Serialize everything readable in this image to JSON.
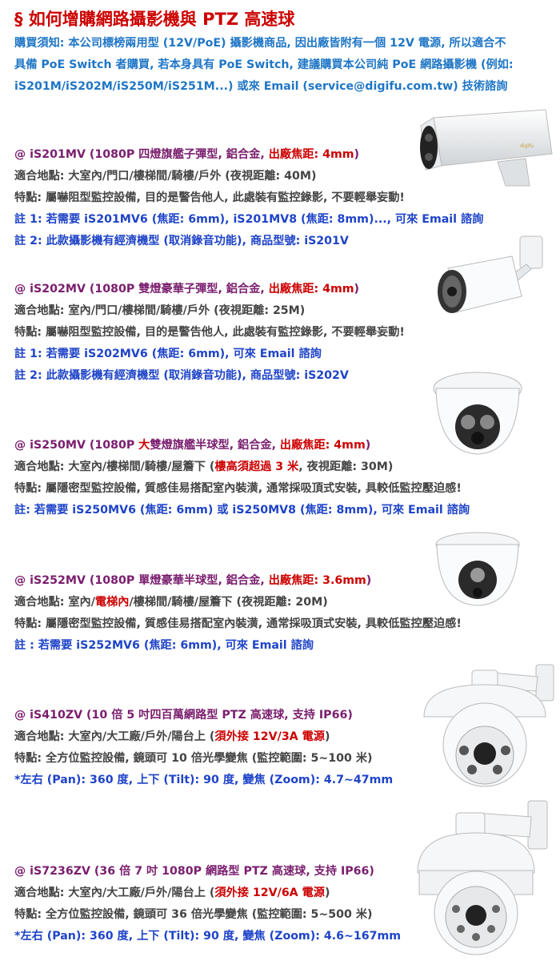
{
  "title": "§ 如何增購網路攝影機與 PTZ 高速球",
  "notice": {
    "lines": [
      "購買須知: 本公司標榜兩用型 (12V/PoE) 攝影機商品, 因出廠皆附有一個 12V 電源, 所以適合不",
      "具備  PoE Switch 者購買, 若本身具有 PoE Switch, 建議購買本公司純 PoE 網路攝影機 (例如:",
      "iS201M/iS202M/iS250M/iS251M...) 或來 Email (service@digifu.com.tw) 技術諮詢"
    ]
  },
  "products": [
    {
      "name": "@ iS201MV (1080P 四燈旗艦子彈型, 鋁合金, ",
      "name_highlight": "出廠焦距: 4mm",
      "name_end": ")",
      "location_prefix": "適合地點: 大室內/門口/樓梯間/騎樓/戶外 (夜視距離: 40M)",
      "feature": "特點: 屬嚇阻型監控設備, 目的是警告他人, 此處裝有監控錄影, 不要輕舉妄動!",
      "notes": [
        "註 1: 若需要 iS201MV6 (焦距: 6mm), iS201MV8 (焦距: 8mm)..., 可來 Email 諮詢",
        "註 2: 此款攝影機有經濟機型 (取消錄音功能), 商品型號: iS201V"
      ]
    },
    {
      "name": "@ iS202MV (1080P 雙燈豪華子彈型, 鋁合金, ",
      "name_highlight": "出廠焦距: 4mm",
      "name_end": ")",
      "location_prefix": "適合地點: 室內/門口/樓梯間/騎樓/戶外 (夜視距離: 25M)",
      "feature": "特點: 屬嚇阻型監控設備, 目的是警告他人, 此處裝有監控錄影, 不要輕舉妄動!",
      "notes": [
        "註 1: 若需要 iS202MV6 (焦距: 6mm), 可來 Email 諮詢",
        "註 2: 此款攝影機有經濟機型 (取消錄音功能), 商品型號: iS202V"
      ]
    },
    {
      "name_a": "@ iS250MV (1080P ",
      "name_red": "大",
      "name_b": "雙燈旗艦半球型, 鋁合金, ",
      "name_highlight": "出廠焦距: 4mm",
      "name_end": ")",
      "location_a": "適合地點: 大室內/樓梯間/騎樓/屋簷下 (",
      "location_red": "樓高須超過 3 米",
      "location_b": ", 夜視距離: 30M)",
      "feature": "特點: 屬隱密型監控設備, 質感佳易搭配室內裝潢, 通常採吸頂式安裝, 具較低監控壓迫感!",
      "notes": [
        "註: 若需要 iS250MV6 (焦距: 6mm) 或 iS250MV8 (焦距: 8mm), 可來 Email 諮詢"
      ]
    },
    {
      "name": "@ iS252MV (1080P 單燈豪華半球型, 鋁合金, ",
      "name_highlight": "出廠焦距: 3.6mm",
      "name_end": ")",
      "location_a": "適合地點: 室內/",
      "location_red": "電梯內",
      "location_b": "/樓梯間/騎樓/屋簷下 (夜視距離: 20M)",
      "feature": "特點: 屬隱密型監控設備, 質感佳易搭配室內裝潢, 通常採吸頂式安裝, 具較低監控壓迫感!",
      "notes": [
        "註 : 若需要 iS252MV6 (焦距: 6mm), 可來 Email 諮詢"
      ]
    },
    {
      "name": "@ iS410ZV (10 倍 5 吋四百萬網路型 PTZ 高速球, 支持 IP66)",
      "location_a": "適合地點: 大室內/大工廠/戶外/陽台上 (",
      "location_red": "須外接 12V/3A 電源",
      "location_b": ")",
      "feature": "特點: 全方位監控設備, 鏡頭可 10 倍光學變焦 (監控範圍: 5~100 米)",
      "notes": [
        "*左右 (Pan): 360 度, 上下 (Tilt): 90 度, 變焦 (Zoom): 4.7~47mm"
      ]
    },
    {
      "name": "@ iS7236ZV (36 倍 7 吋 1080P 網路型 PTZ 高速球, 支持 IP66)",
      "location_a": "適合地點: 大室內/大工廠/戶外/陽台上 (",
      "location_red": "須外接 12V/6A 電源",
      "location_b": ")",
      "feature": "特點: 全方位監控設備, 鏡頭可 36 倍光學變焦 (監控範圍: 5~500 米)",
      "notes": [
        " *左右 (Pan): 360 度, 上下 (Tilt): 90 度, 變焦 (Zoom): 4.6~167mm"
      ]
    }
  ],
  "colors": {
    "title": "#cc0000",
    "notice": "#1f76c6",
    "product_name": "#7a1e6e",
    "highlight": "#cc0000",
    "note": "#1f44c8"
  },
  "icons": [
    "bullet-camera-4led-image",
    "bullet-camera-2led-image",
    "dome-camera-2led-image",
    "dome-camera-1led-image",
    "ptz-speed-dome-5inch-image",
    "ptz-speed-dome-7inch-image"
  ]
}
